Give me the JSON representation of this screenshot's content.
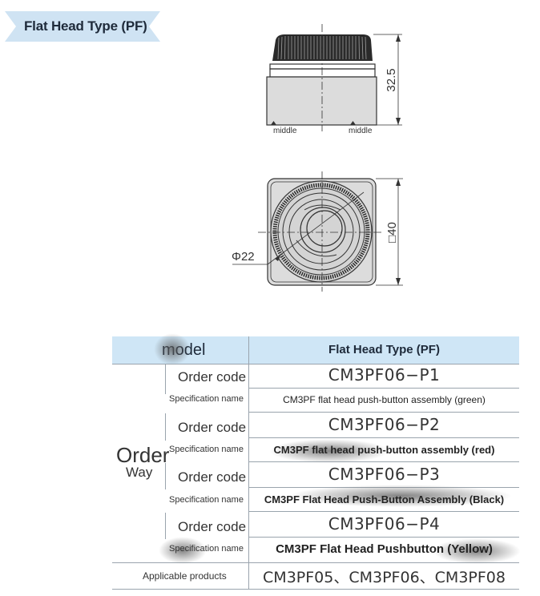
{
  "section_title": "Flat Head Type (PF)",
  "drawing": {
    "side_view": {
      "height_dim": "32.5",
      "mark_left": "middle",
      "mark_right": "middle"
    },
    "top_view": {
      "diameter_dim": "Φ22",
      "square_dim": "□40"
    }
  },
  "table": {
    "header": {
      "model_label": "model",
      "type_label": "Flat Head Type (PF)"
    },
    "row_group_label": {
      "order": "Order",
      "way": "Way"
    },
    "code_label": "Order code",
    "spec_label": "Specification name",
    "rows": [
      {
        "code": "CM3PF06−P1",
        "spec": "CM3PF flat head push-button assembly (green)"
      },
      {
        "code": "CM3PF06−P2",
        "spec": "CM3PF flat head push-button assembly (red)"
      },
      {
        "code": "CM3PF06−P3",
        "spec": "CM3PF Flat Head Push-Button Assembly (Black)"
      },
      {
        "code": "CM3PF06−P4",
        "spec": "CM3PF Flat Head Pushbutton (Yellow)"
      }
    ],
    "applicable_label": "Applicable products",
    "applicable_value": "CM3PF05、CM3PF06、CM3PF08"
  }
}
